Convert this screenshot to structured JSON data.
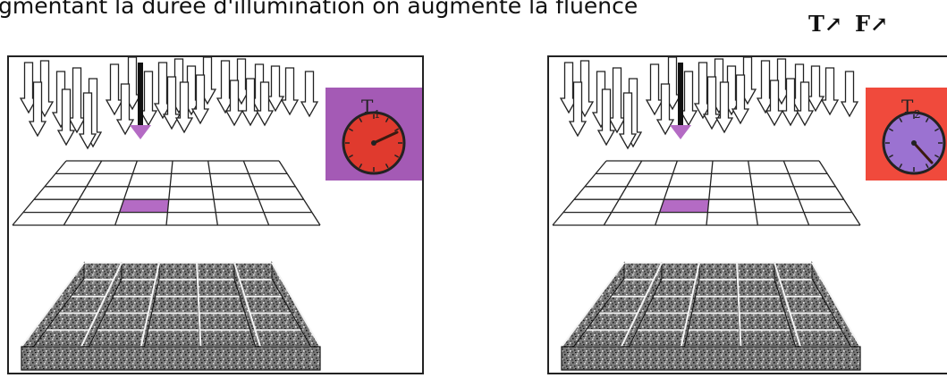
{
  "caption": "gmentant la durée d'illumination on augmente la fluence",
  "legend": {
    "time_label": "T↗",
    "fluence_label": "F↗"
  },
  "panels": [
    {
      "clock_label": "T",
      "clock_subscript": "1",
      "clock_box_color": "#a45ab5",
      "clock_face_color": "#e03a2e",
      "hand_color": "#3b1a10",
      "pixel_top_color": "#5bbf5b",
      "pixel_side_color": "#b46bc4",
      "target_color": "#b46bc4"
    },
    {
      "clock_label": "T",
      "clock_subscript": "2",
      "clock_box_color": "#f04a3c",
      "clock_face_color": "#9b72d1",
      "hand_color": "#3b1a10",
      "pixel_top_color": "#ec3d33",
      "pixel_side_color": "#ec3d33",
      "target_color": "#b46bc4"
    }
  ],
  "colors": {
    "beam": "#b46bc4",
    "line": "#222222"
  }
}
